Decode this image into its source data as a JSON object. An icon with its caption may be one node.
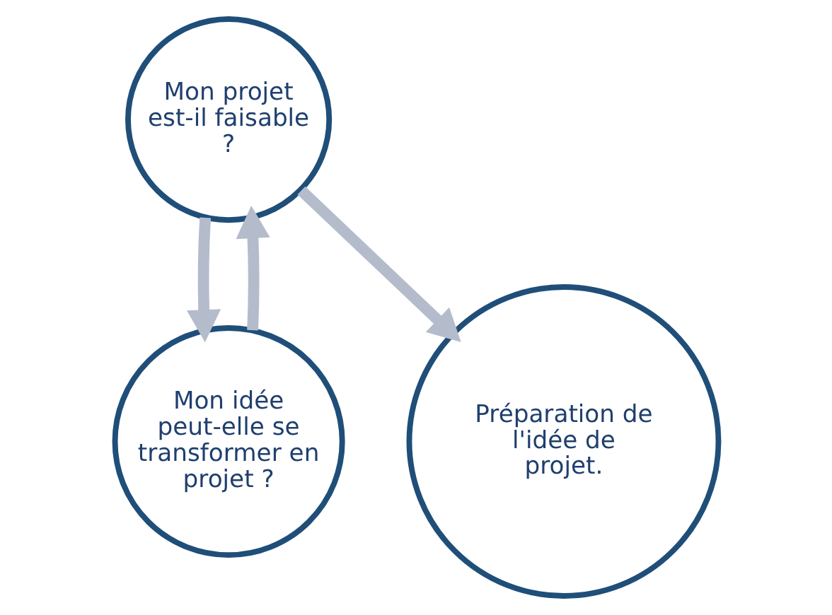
{
  "diagram": {
    "nodes": [
      {
        "text": [
          "Mon projet est-il faisable ?"
        ]
      },
      {
        "text": [
          "Mon idée peut-elle se transformer en projet ?"
        ]
      },
      {
        "text": [
          "Préparation de l'idée de projet."
        ]
      }
    ],
    "edges": [
      {
        "from": 1,
        "to": 0,
        "arrow": "to"
      },
      {
        "from": 0,
        "to": 1,
        "arrow": "to"
      },
      {
        "from": 0,
        "to": 2,
        "arrow": "to"
      }
    ]
  }
}
